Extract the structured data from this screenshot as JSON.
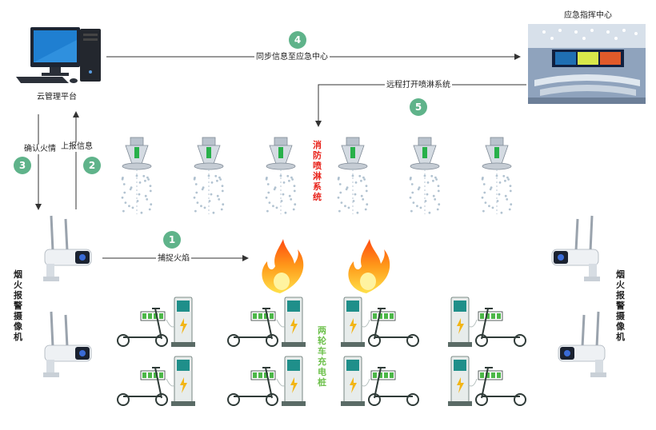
{
  "nodes": {
    "cloud_platform": "云管理平台",
    "command_center": "应急指挥中心"
  },
  "edges": {
    "e1": "捕捉火焰",
    "e2": "上报信息",
    "e3": "确认火情",
    "e4": "同步信息至应急中心",
    "e5": "远程打开喷淋系统"
  },
  "steps": [
    "1",
    "2",
    "3",
    "4",
    "5"
  ],
  "vertical_labels": {
    "sprinkler_system": "消防喷淋系统",
    "camera_left": "烟火报警摄像机",
    "camera_right": "烟火报警摄像机",
    "charging_station": "两轮车充电桩"
  },
  "colors": {
    "badge": "#5fb38a",
    "sprinkler_label": "#e8231b",
    "charging_label": "#6cc04a",
    "arrow": "#333333"
  }
}
